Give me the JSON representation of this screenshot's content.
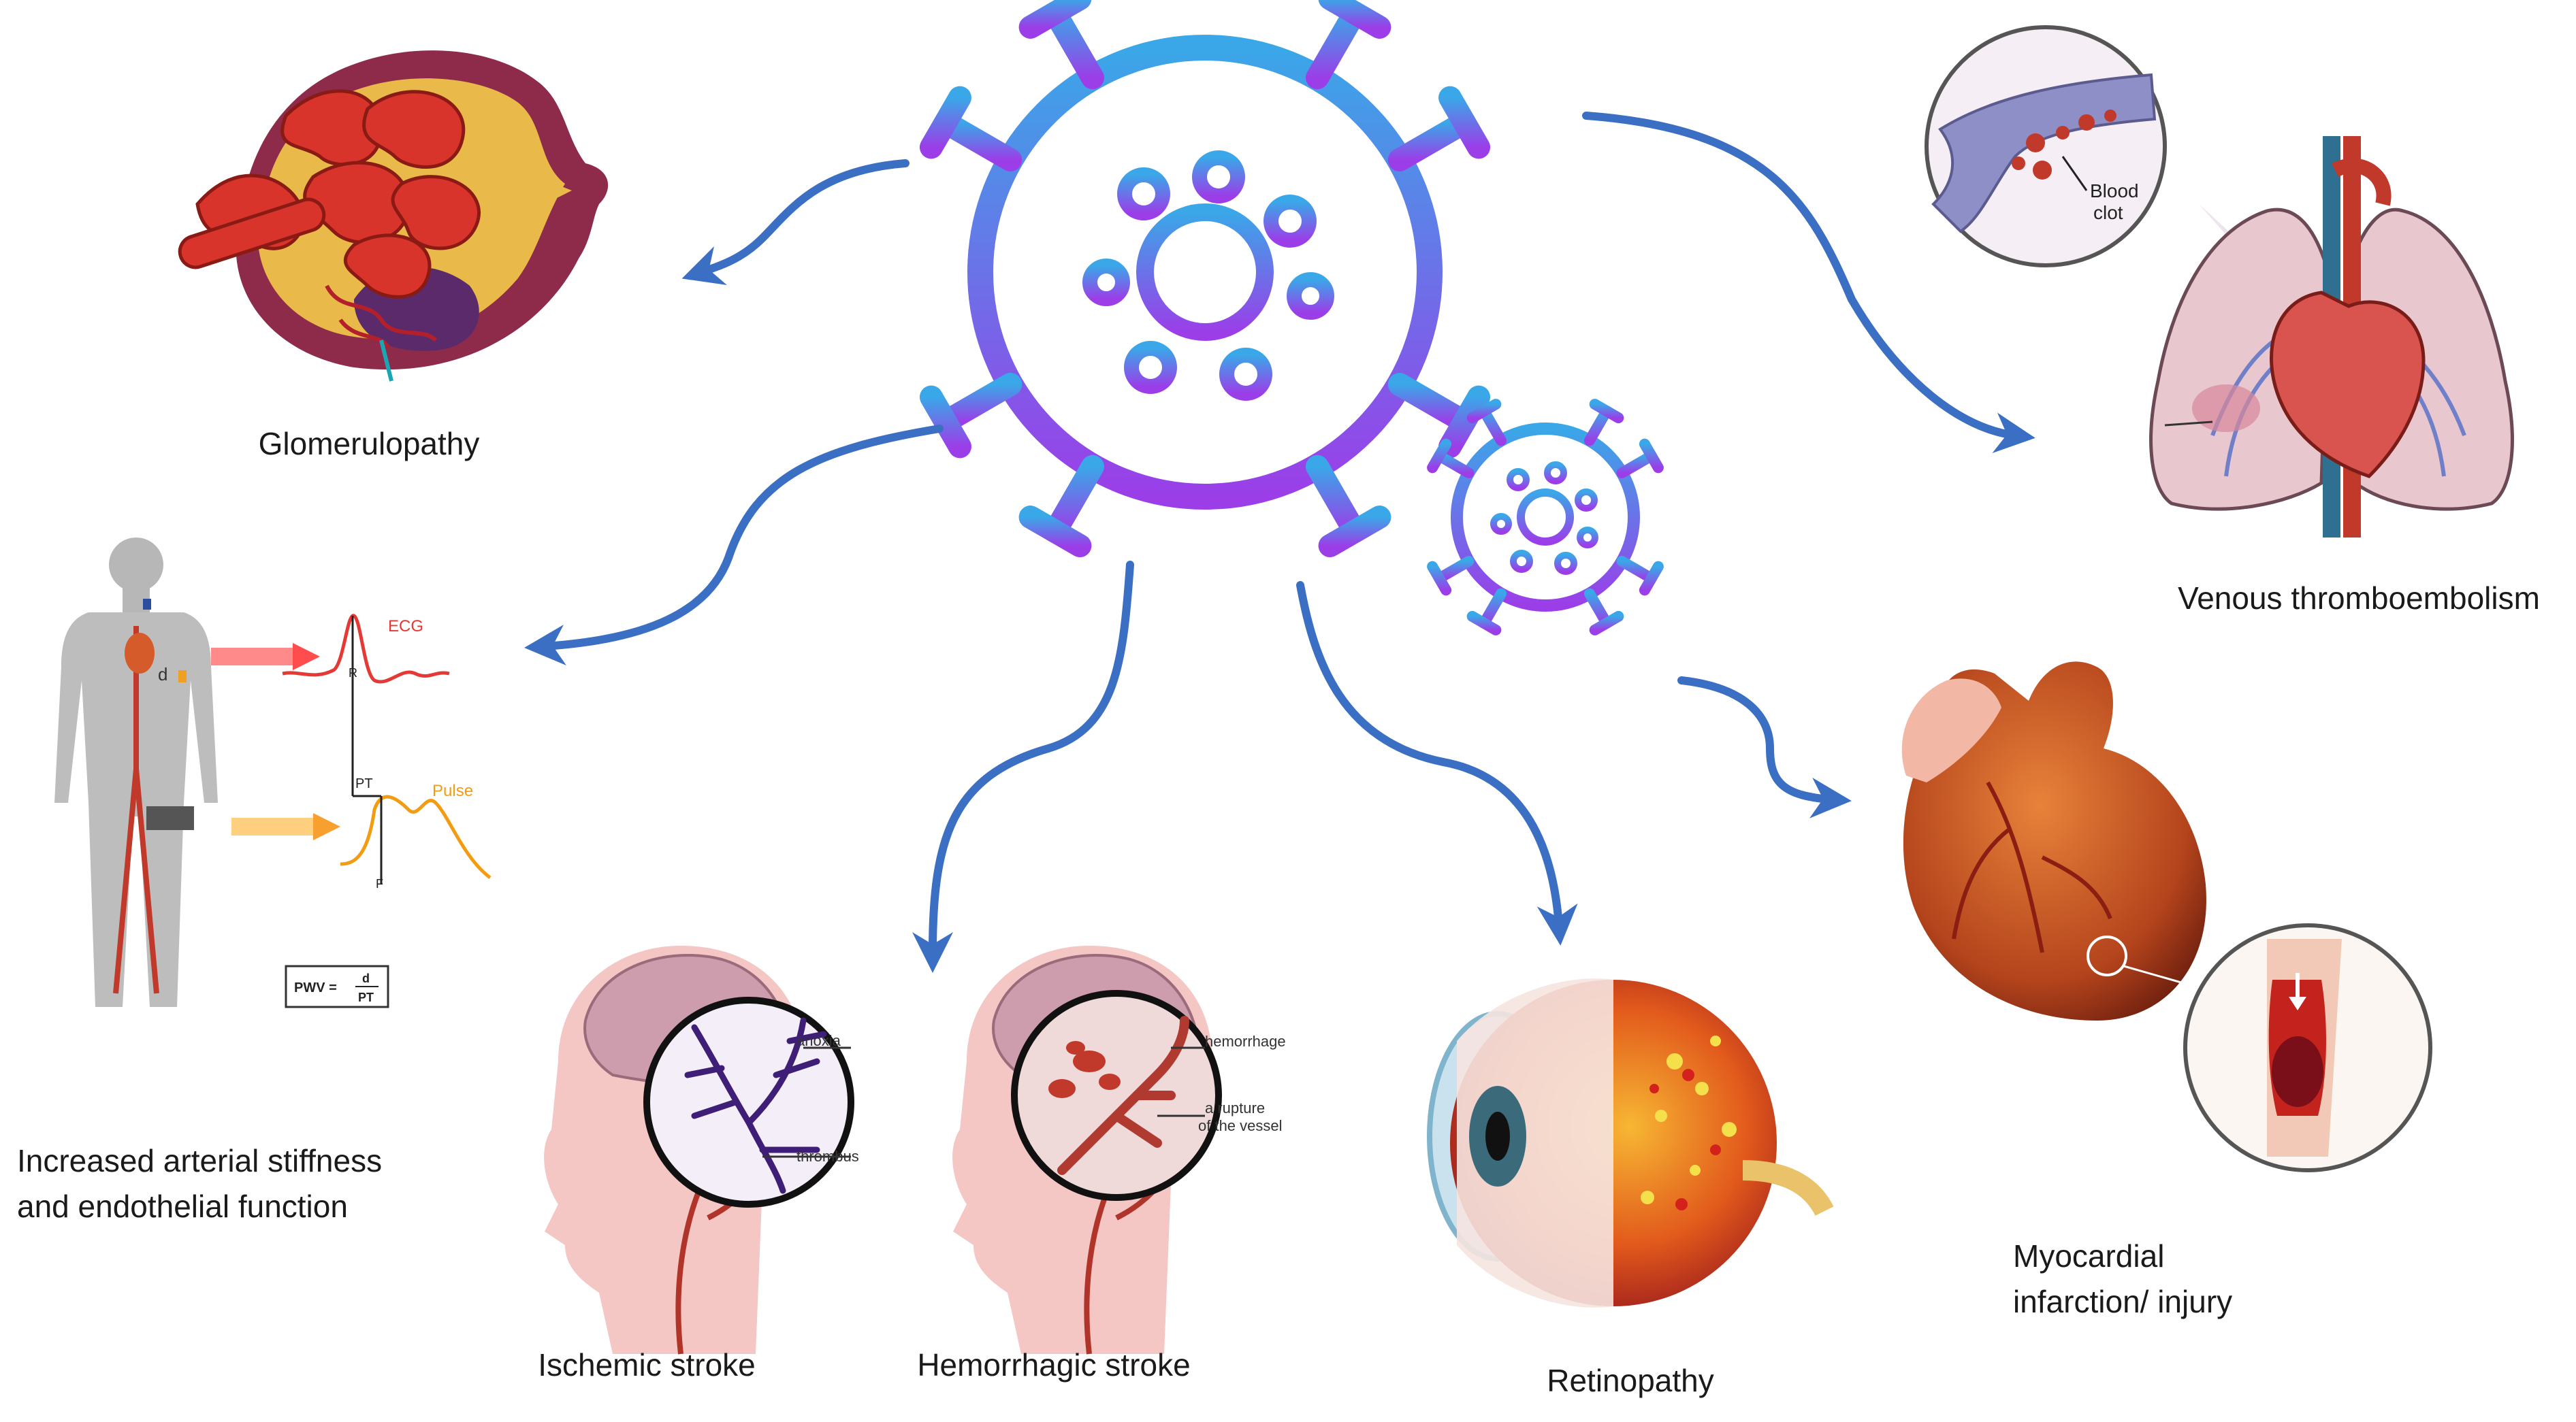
{
  "labels": {
    "glomerulopathy": "Glomerulopathy",
    "venous": "Venous thromboembolism",
    "arterial_line1": "Increased arterial stiffness",
    "arterial_line2": "and endothelial function",
    "ischemic": "Ischemic stroke",
    "hemorrhagic": "Hemorrhagic stroke",
    "retinopathy": "Retinopathy",
    "myocardial_line1": "Myocardial",
    "myocardial_line2": "infarction/ injury"
  },
  "inset_text": {
    "blood_clot_1": "Blood",
    "blood_clot_2": "clot",
    "ecg": "ECG",
    "pulse": "Pulse",
    "pt": "PT",
    "point_r": "R",
    "point_f": "F",
    "dist_d": "d",
    "pwv_left": "PWV =",
    "pwv_num": "d",
    "pwv_den": "PT",
    "anoxia": "anoxia",
    "thrombus": "thrombus",
    "hemorrhage": "hemorrhage",
    "rupture_1": "a rupture",
    "rupture_2": "of the vessel"
  },
  "icons": [
    "virus-icon-large",
    "virus-icon-small",
    "kidney-glomerulus-icon",
    "lungs-heart-icon",
    "body-pwv-icon",
    "brain-ischemic-icon",
    "brain-hemorrhagic-icon",
    "eye-icon",
    "heart-infarction-icon"
  ],
  "colors": {
    "arrow": "#3a6fc4",
    "virus_top": "#3aa7e8",
    "virus_bottom": "#9b3ee8",
    "vessel_red": "#c0392b"
  }
}
